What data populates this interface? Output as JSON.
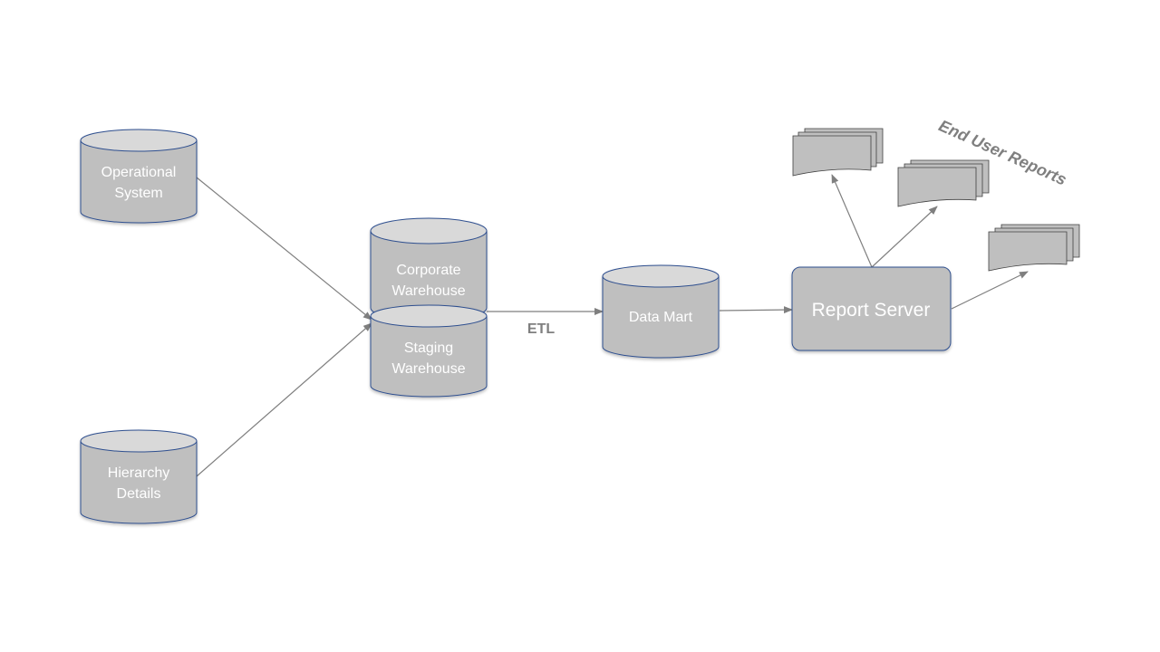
{
  "nodes": {
    "operational_system": [
      "Operational",
      "System"
    ],
    "hierarchy_details": [
      "Hierarchy",
      "Details"
    ],
    "corporate_warehouse": [
      "Corporate",
      "Warehouse"
    ],
    "staging_warehouse": [
      "Staging",
      "Warehouse"
    ],
    "data_mart": "Data Mart",
    "report_server": "Report Server"
  },
  "labels": {
    "etl": "ETL",
    "end_user_reports": "End User Reports"
  },
  "colors": {
    "fill": "#bfbfbf",
    "top": "#d9d9d9",
    "outline": "#2f4f8f",
    "connector": "#7f7f7f",
    "label": "#7f7f7f"
  }
}
